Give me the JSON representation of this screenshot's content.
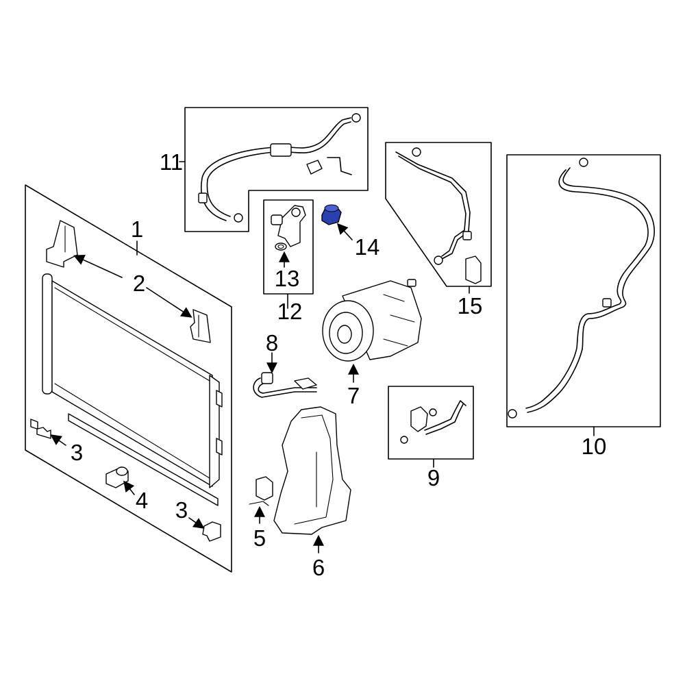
{
  "callouts": {
    "c1": "1",
    "c2": "2",
    "c3a": "3",
    "c3b": "3",
    "c4": "4",
    "c5": "5",
    "c6": "6",
    "c7": "7",
    "c8": "8",
    "c9": "9",
    "c10": "10",
    "c11": "11",
    "c12": "12",
    "c13": "13",
    "c14": "14",
    "c15": "15"
  },
  "colors": {
    "line": "#000000",
    "background": "#ffffff",
    "highlight_part": "#2a3fb0"
  }
}
